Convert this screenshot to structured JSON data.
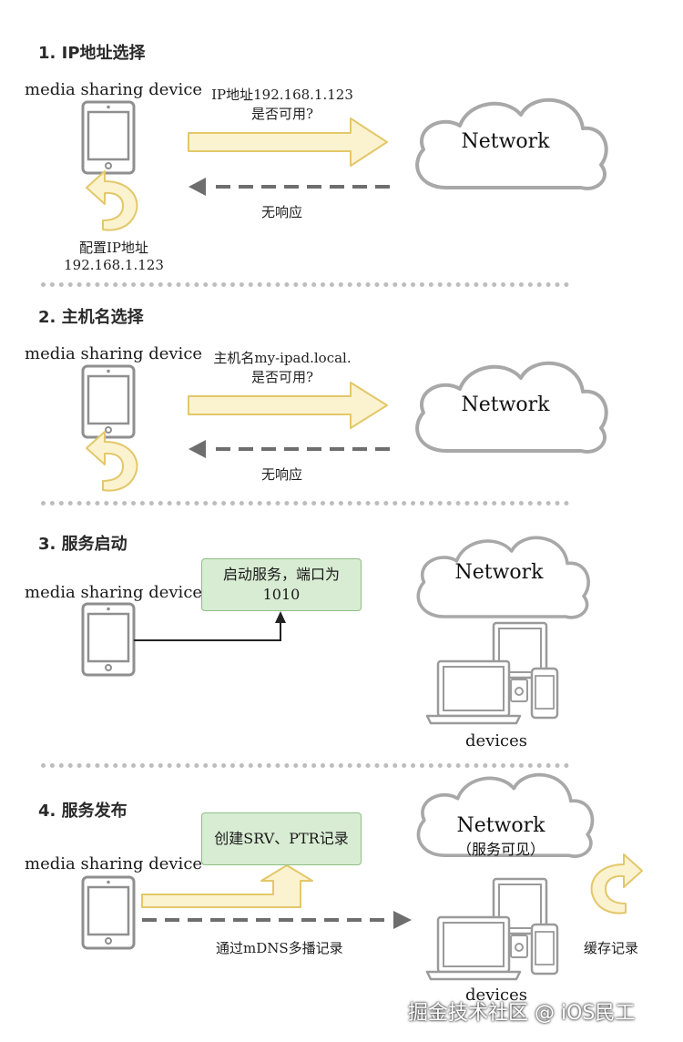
{
  "sections": [
    {
      "heading": "1. IP地址选择",
      "device_label": "media sharing device",
      "request_line1": "IP地址192.168.1.123",
      "request_line2": "是否可用?",
      "response": "无响应",
      "self_action_line1": "配置IP地址",
      "self_action_line2": "192.168.1.123",
      "cloud": "Network"
    },
    {
      "heading": "2. 主机名选择",
      "device_label": "media sharing device",
      "request_line1": "主机名my-ipad.local.",
      "request_line2": "是否可用?",
      "response": "无响应",
      "cloud": "Network"
    },
    {
      "heading": "3. 服务启动",
      "device_label": "media sharing device",
      "box_line1": "启动服务，端口为",
      "box_line2": "1010",
      "cloud": "Network",
      "devices_label": "devices"
    },
    {
      "heading": "4. 服务发布",
      "device_label": "media sharing device",
      "box": "创建SRV、PTR记录",
      "cloud": "Network",
      "cloud_sub": "（服务可见）",
      "broadcast": "通过mDNS多播记录",
      "cache": "缓存记录",
      "devices_label": "devices"
    }
  ],
  "watermark": "掘金技术社区 @ iOS民工",
  "colors": {
    "arrow_fill": "#fbf3cf",
    "arrow_stroke": "#e3c76a",
    "box_fill": "#d8ecd3",
    "box_stroke": "#8cbf83",
    "outline_gray": "#9a9a9a",
    "dash_gray": "#6e6e6e",
    "separator": "#bdbdbd"
  },
  "icons": [
    "tablet-icon",
    "cloud-icon",
    "laptop-icon",
    "phone-icon",
    "cycle-arrow-icon",
    "forward-arrow-icon",
    "dashed-arrow-icon"
  ]
}
